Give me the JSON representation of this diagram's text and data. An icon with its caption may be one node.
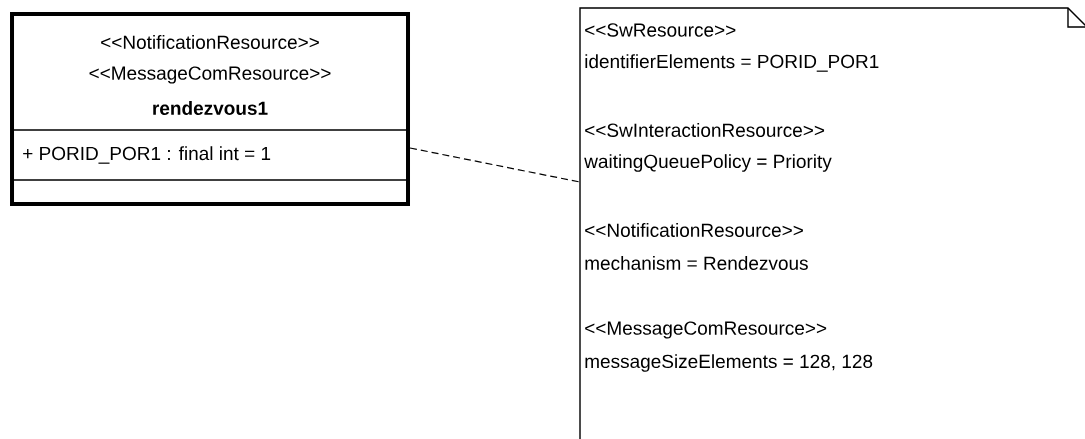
{
  "diagram": {
    "nodes": [
      {
        "text": [
          "<<NotificationResource>>",
          "<<MessageComResource>>",
          "rendezvous1",
          "+ PORID_POR1 : final int = 1"
        ]
      },
      {
        "text": [
          "<<SwResource>>",
          "identifierElements = PORID_POR1",
          "<<SwInteractionResource>>",
          "waitingQueuePolicy = Priority",
          "<<NotificationResource>>",
          "mechanism = Rendezvous",
          "<<MessageComResource>>",
          "messageSizeElements = 128, 128"
        ]
      }
    ],
    "edges": [
      {
        "from": 0,
        "to": 1,
        "arrow": "none",
        "style": "dashed"
      }
    ]
  }
}
